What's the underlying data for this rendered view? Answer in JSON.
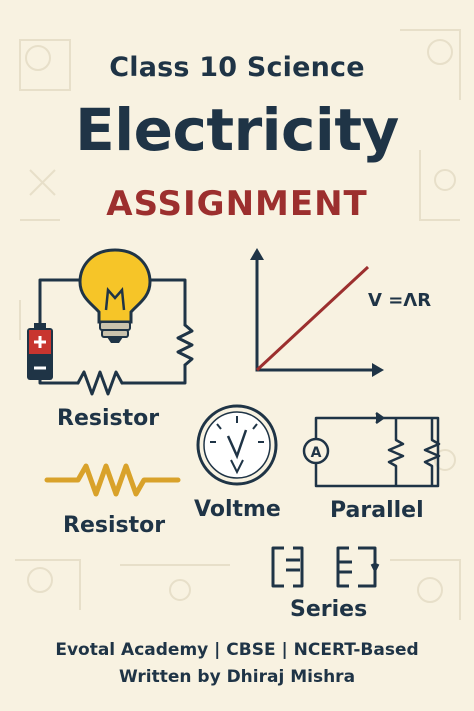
{
  "header": {
    "class_line": "Class 10 Science",
    "title": "Electricity",
    "subtitle": "ASSIGNMENT"
  },
  "graph": {
    "formula": "V =ΛR"
  },
  "labels": {
    "resistor_circuit": "Resistor",
    "resistor_symbol": "Resistor",
    "voltmeter": "Voltme",
    "parallel": "Parallel",
    "series": "Series"
  },
  "footer": {
    "line1": "Evotal Academy | CBSE | NCERT-Based",
    "line2": "Written by Dhiraj Mishra"
  },
  "icons": [
    "light-bulb-icon",
    "battery-icon",
    "resistor-icon",
    "voltmeter-icon",
    "ammeter-icon",
    "capacitor-icon"
  ],
  "colors": {
    "background": "#f8f2e1",
    "text": "#1f3446",
    "accent_red": "#9c2f2e",
    "bulb_yellow": "#f6c528",
    "resistor_gold": "#d9a22a"
  }
}
